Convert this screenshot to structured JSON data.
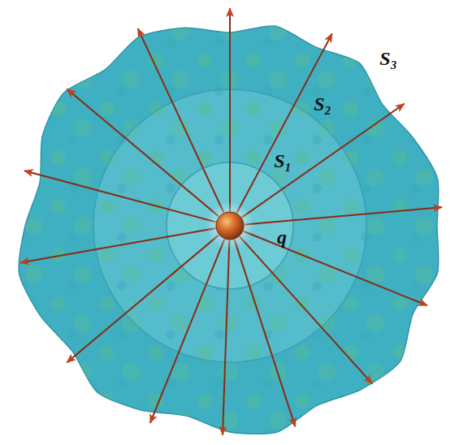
{
  "diagram": {
    "labels": [
      "S₃",
      "S₂",
      "S₁",
      "q"
    ]
  }
}
